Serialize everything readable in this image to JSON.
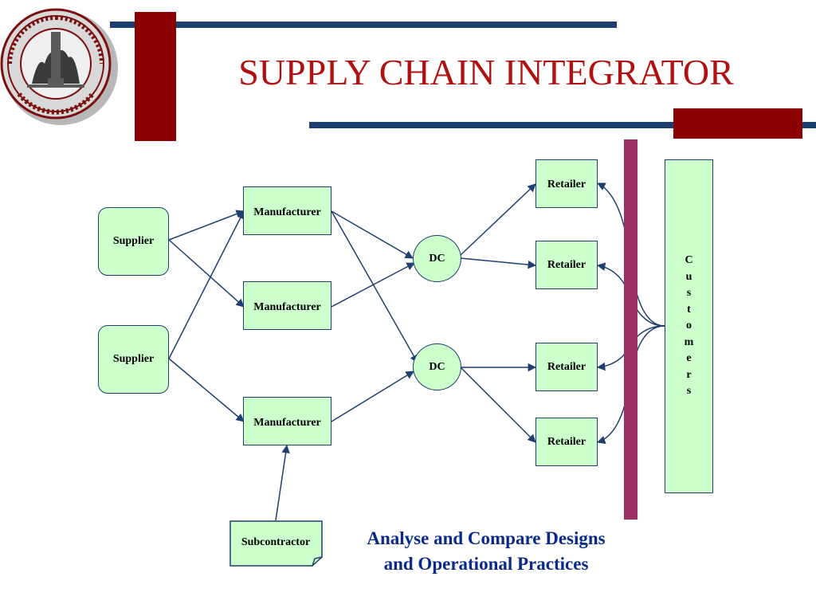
{
  "slide": {
    "title": "SUPPLY CHAIN INTEGRATOR",
    "caption_lines": [
      "Analyse and Compare Designs",
      "and Operational Practices"
    ]
  },
  "colors": {
    "title": "#b01010",
    "accent_bar_red": "#8b0000",
    "accent_bar_navy": "#1a3f6e",
    "divider_purple": "#9b2f62",
    "node_fill": "#ccffcc",
    "node_border": "#1f3f6f",
    "caption": "#0a2a8a"
  },
  "diagram": {
    "suppliers": [
      {
        "label": "Supplier"
      },
      {
        "label": "Supplier"
      }
    ],
    "manufacturers": [
      {
        "label": "Manufacturer"
      },
      {
        "label": "Manufacturer"
      },
      {
        "label": "Manufacturer"
      }
    ],
    "distribution_centers": [
      {
        "label": "DC"
      },
      {
        "label": "DC"
      }
    ],
    "retailers": [
      {
        "label": "Retailer"
      },
      {
        "label": "Retailer"
      },
      {
        "label": "Retailer"
      },
      {
        "label": "Retailer"
      }
    ],
    "subcontractor": {
      "label": "Subcontractor"
    },
    "customers": {
      "letters": [
        "C",
        "u",
        "s",
        "t",
        "o",
        "m",
        "e",
        "r",
        "s"
      ]
    }
  }
}
